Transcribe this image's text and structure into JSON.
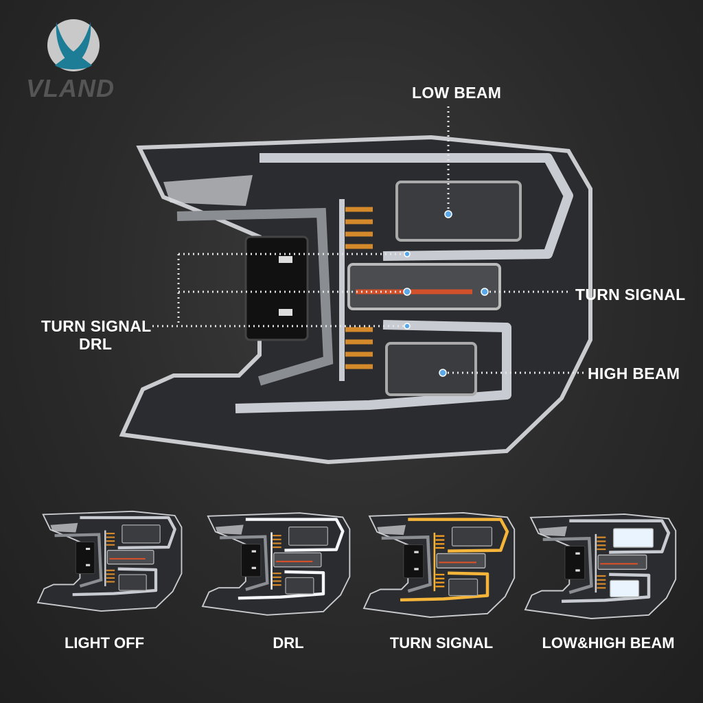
{
  "brand": {
    "name": "VLAND",
    "accent": "#1e7d96"
  },
  "callouts": {
    "low_beam": "LOW BEAM",
    "turn_signal": "TURN SIGNAL",
    "high_beam": "HIGH BEAM",
    "left_line1": "TURN SIGNAL",
    "left_line2": "DRL"
  },
  "modes": [
    {
      "label": "LIGHT OFF"
    },
    {
      "label": "DRL"
    },
    {
      "label": "TURN SIGNAL"
    },
    {
      "label": "LOW&HIGH BEAM"
    }
  ],
  "colors": {
    "amber": "#e89a2a",
    "turn_red": "#d2502a",
    "dot": "#5aa8e8"
  }
}
